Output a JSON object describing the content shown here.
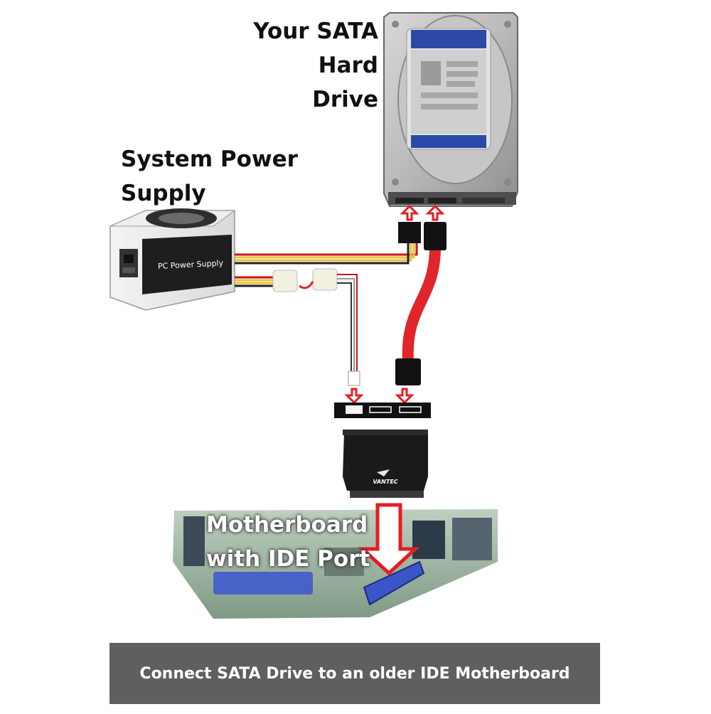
{
  "labels": {
    "hard_drive_line1": "Your SATA",
    "hard_drive_line2": "Hard Drive",
    "power_supply_line1": "System Power",
    "power_supply_line2": "Supply",
    "psu_face_text": "PC Power Supply",
    "adapter_brand": "VANTEC",
    "motherboard_line1": "Motherboard",
    "motherboard_line2": "with IDE Port"
  },
  "caption": "Connect SATA Drive to an older IDE Motherboard",
  "colors": {
    "sata_cable": "#e0262b",
    "arrow": "#e31e24",
    "caption_bar": "#5f5f5f",
    "drive_label": "#2b4aa8",
    "ide_port": "#3a55c8"
  },
  "icons": [
    "hard-drive-icon",
    "power-supply-icon",
    "molex-connector-icon",
    "sata-cable-icon",
    "ide-adapter-icon",
    "motherboard-icon",
    "arrow-icon"
  ]
}
